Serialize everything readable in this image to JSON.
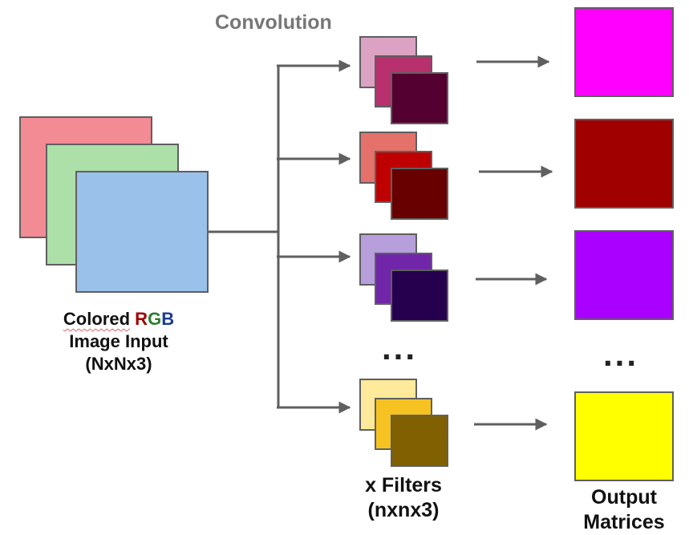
{
  "title": "Convolution",
  "input": {
    "caption_word": "Colored",
    "caption_r": "R",
    "caption_g": "G",
    "caption_b": "B",
    "caption_line2": "Image Input",
    "caption_line3": "(NxNx3)",
    "layer_colors": [
      "#f28b94",
      "#addfa8",
      "#9ac1e9"
    ]
  },
  "filters": {
    "caption_line1": "x Filters",
    "caption_line2": "(nxnx3)",
    "ellipsis": "...",
    "groups": [
      {
        "colors": [
          "#dba2c3",
          "#b8306e",
          "#540030"
        ]
      },
      {
        "colors": [
          "#e4716a",
          "#bf0000",
          "#680000"
        ]
      },
      {
        "colors": [
          "#b69fdb",
          "#7126aa",
          "#26004f"
        ]
      },
      {
        "colors": [
          "#ffe99a",
          "#f5c221",
          "#806000"
        ]
      }
    ]
  },
  "outputs": {
    "caption_line1": "Output",
    "caption_line2": "Matrices",
    "ellipsis": "...",
    "colors": [
      "#ff00ff",
      "#a00000",
      "#aa00ff",
      "#ffff00"
    ]
  },
  "colors": {
    "connector": "#5f5f5f",
    "outline": "#5f5f5f",
    "title": "#777777"
  }
}
